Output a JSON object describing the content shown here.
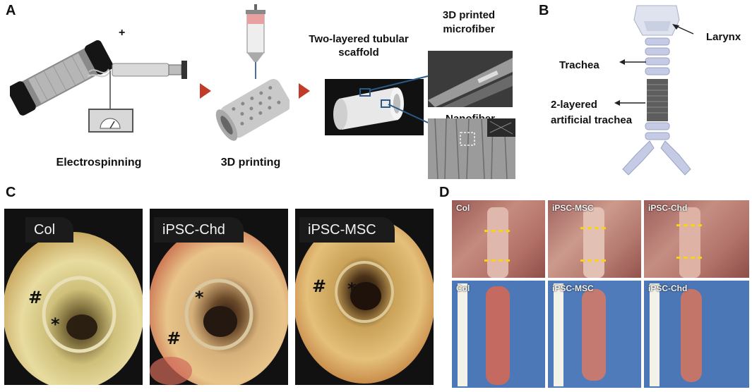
{
  "panel_a": {
    "label": "A",
    "electrospinning": "Electrospinning",
    "printing": "3D printing",
    "scaffold_title": "Two-layered tubular scaffold",
    "printed_microfiber": "3D printed microfiber",
    "nanofiber": "Nanofiber",
    "plus_sign": "+"
  },
  "panel_b": {
    "label": "B",
    "larynx": "Larynx",
    "trachea": "Trachea",
    "artificial": "2-layered artificial trachea"
  },
  "panel_c": {
    "label": "C",
    "images": [
      {
        "tag": "Col",
        "hash": "#",
        "star": "*"
      },
      {
        "tag": "iPSC-Chd",
        "hash": "#",
        "star": "*"
      },
      {
        "tag": "iPSC-MSC",
        "hash": "#",
        "star": "*"
      }
    ]
  },
  "panel_d": {
    "label": "D",
    "top": [
      "Col",
      "iPSC-MSC",
      "iPSC-Chd"
    ],
    "bottom": [
      "Col",
      "iPSC-MSC",
      "iPSC-Chd"
    ]
  }
}
